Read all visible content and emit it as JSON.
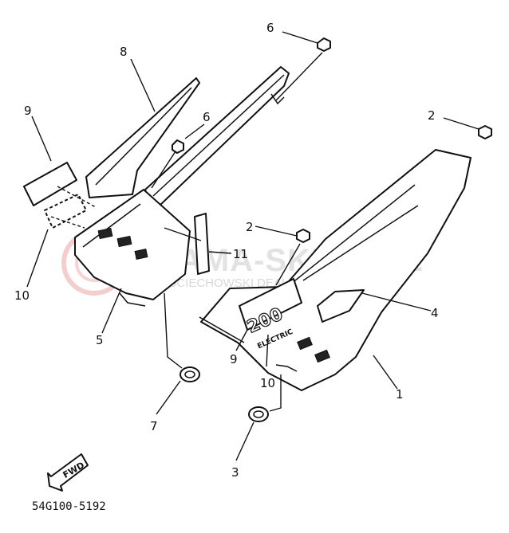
{
  "diagram": {
    "callouts": [
      "1",
      "2",
      "2",
      "3",
      "4",
      "5",
      "6",
      "6",
      "7",
      "8",
      "9",
      "9",
      "10",
      "10",
      "11"
    ],
    "part_code": "54G100-5192",
    "fwd_label": "FWD",
    "decal_number": "200",
    "decal_word": "ELECTRIC",
    "watermark": {
      "main": "YAMA-SKLEP.PL",
      "sub": "SWOJCIECHOWSKI DEALER YAMAHA"
    }
  }
}
